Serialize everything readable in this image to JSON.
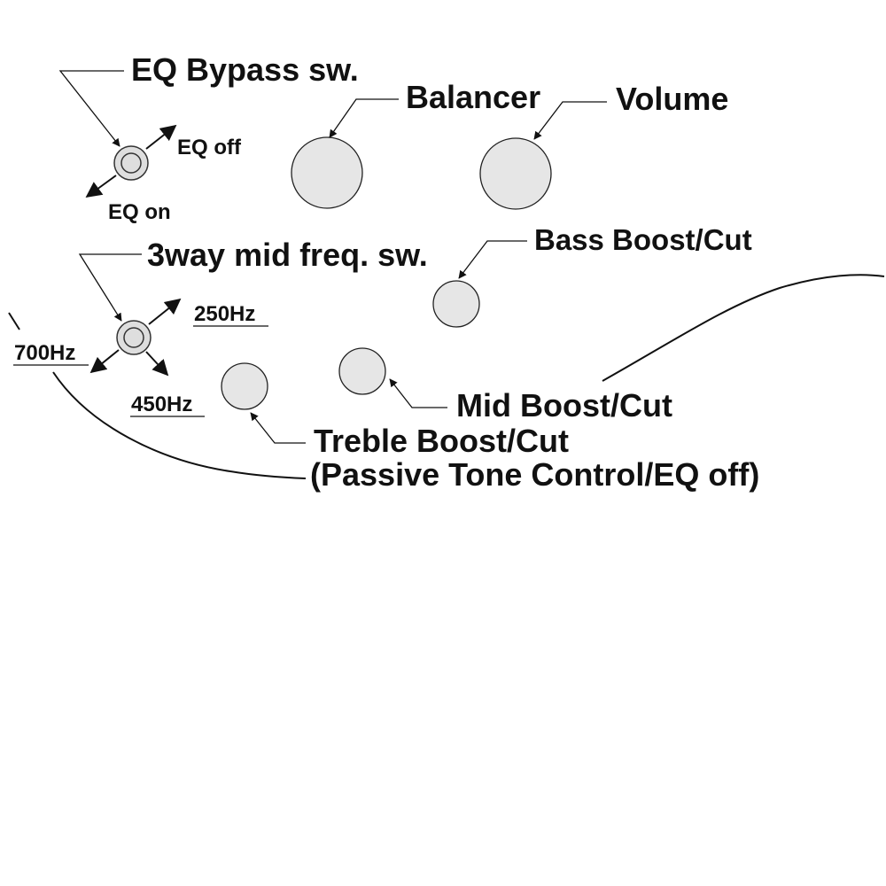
{
  "colors": {
    "knob_fill": "#e6e6e6",
    "switch_fill": "#dedede",
    "ink": "#111111",
    "background": "#ffffff"
  },
  "controls": {
    "eq_bypass_switch": {
      "label": "EQ Bypass sw.",
      "position_up": "EQ off",
      "position_down": "EQ on"
    },
    "balancer": {
      "label": "Balancer"
    },
    "volume": {
      "label": "Volume"
    },
    "mid_freq_switch": {
      "label": "3way mid freq. sw.",
      "position_up": "250Hz",
      "position_left": "700Hz",
      "position_down": "450Hz"
    },
    "bass": {
      "label": "Bass Boost/Cut"
    },
    "mid": {
      "label": "Mid Boost/Cut"
    },
    "treble": {
      "label": "Treble Boost/Cut",
      "sublabel": "(Passive Tone Control/EQ off)"
    }
  }
}
